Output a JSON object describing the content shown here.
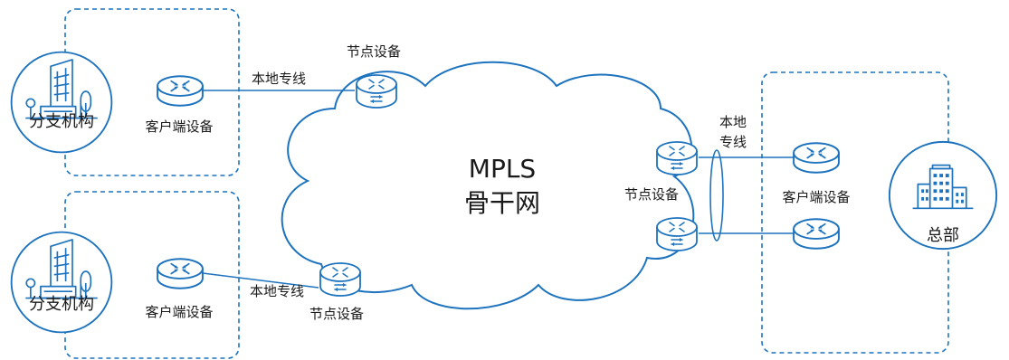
{
  "cloud": {
    "line1": "MPLS",
    "line2": "骨干网"
  },
  "branches": [
    {
      "name": "分支机构",
      "device_label": "客户端设备",
      "line_label": "本地专线",
      "node_label": "节点设备"
    },
    {
      "name": "分支机构",
      "device_label": "客户端设备",
      "line_label": "本地专线",
      "node_label": "节点设备"
    }
  ],
  "headquarters": {
    "name": "总部",
    "device_label": "客户端设备",
    "line_label_1": "本地",
    "line_label_2": "专线",
    "node_label": "节点设备"
  },
  "colors": {
    "accent": "#1E73BE",
    "router_fill": "#FFFFFF",
    "text": "#1A1A1A"
  },
  "icons": [
    "router-icon",
    "router-node-icon",
    "building-icon",
    "office-building-icon",
    "tree-icon",
    "bench-icon",
    "cloud-shape"
  ]
}
